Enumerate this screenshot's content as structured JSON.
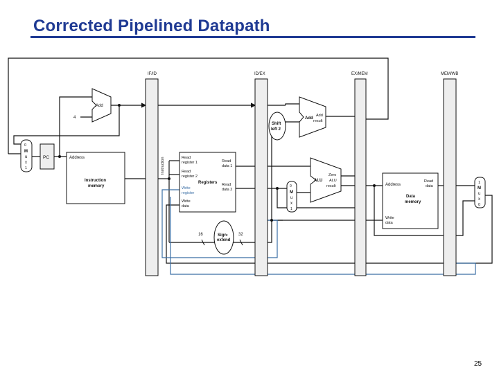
{
  "slide": {
    "title": "Corrected Pipelined Datapath",
    "page_number": "25"
  },
  "colors": {
    "title": "#1f3a93",
    "write_path": "#3a6ea5",
    "line": "#111111"
  },
  "diagram": {
    "pipeline_registers": [
      "IF/ID",
      "ID/EX",
      "EX/MEM",
      "MEM/WB"
    ],
    "mux_if": [
      "0",
      "M",
      "u",
      "x",
      "1"
    ],
    "pc": "PC",
    "add_if": {
      "label": "Add",
      "constant": "4"
    },
    "instruction_memory": {
      "address": "Address",
      "line1": "Instruction",
      "line2": "memory"
    },
    "instruction_label": "Instruction",
    "registers": {
      "read_reg1": [
        "Read",
        "register 1"
      ],
      "read_reg2": [
        "Read",
        "register 2"
      ],
      "write_reg": [
        "Write",
        "register"
      ],
      "write_data": [
        "Write",
        "data"
      ],
      "read_data1": [
        "Read",
        "data 1"
      ],
      "read_data2": [
        "Read",
        "data 2"
      ],
      "title": "Registers"
    },
    "shift_left": [
      "Shift",
      "left 2"
    ],
    "add_ex": {
      "label": "Add",
      "result": [
        "Add",
        "result"
      ]
    },
    "mux_ex": [
      "0",
      "M",
      "u",
      "x",
      "1"
    ],
    "alu": {
      "label": "ALU",
      "zero": "Zero",
      "result": [
        "ALU",
        "result"
      ]
    },
    "sign_extend": {
      "label": [
        "Sign-",
        "extend"
      ],
      "in_bits": "16",
      "out_bits": "32"
    },
    "data_memory": {
      "address": "Address",
      "read_data": [
        "Read",
        "data"
      ],
      "write_data": [
        "Write",
        "data"
      ],
      "title": [
        "Data",
        "memory"
      ]
    },
    "mux_wb": [
      "1",
      "M",
      "u",
      "x",
      "0"
    ]
  }
}
